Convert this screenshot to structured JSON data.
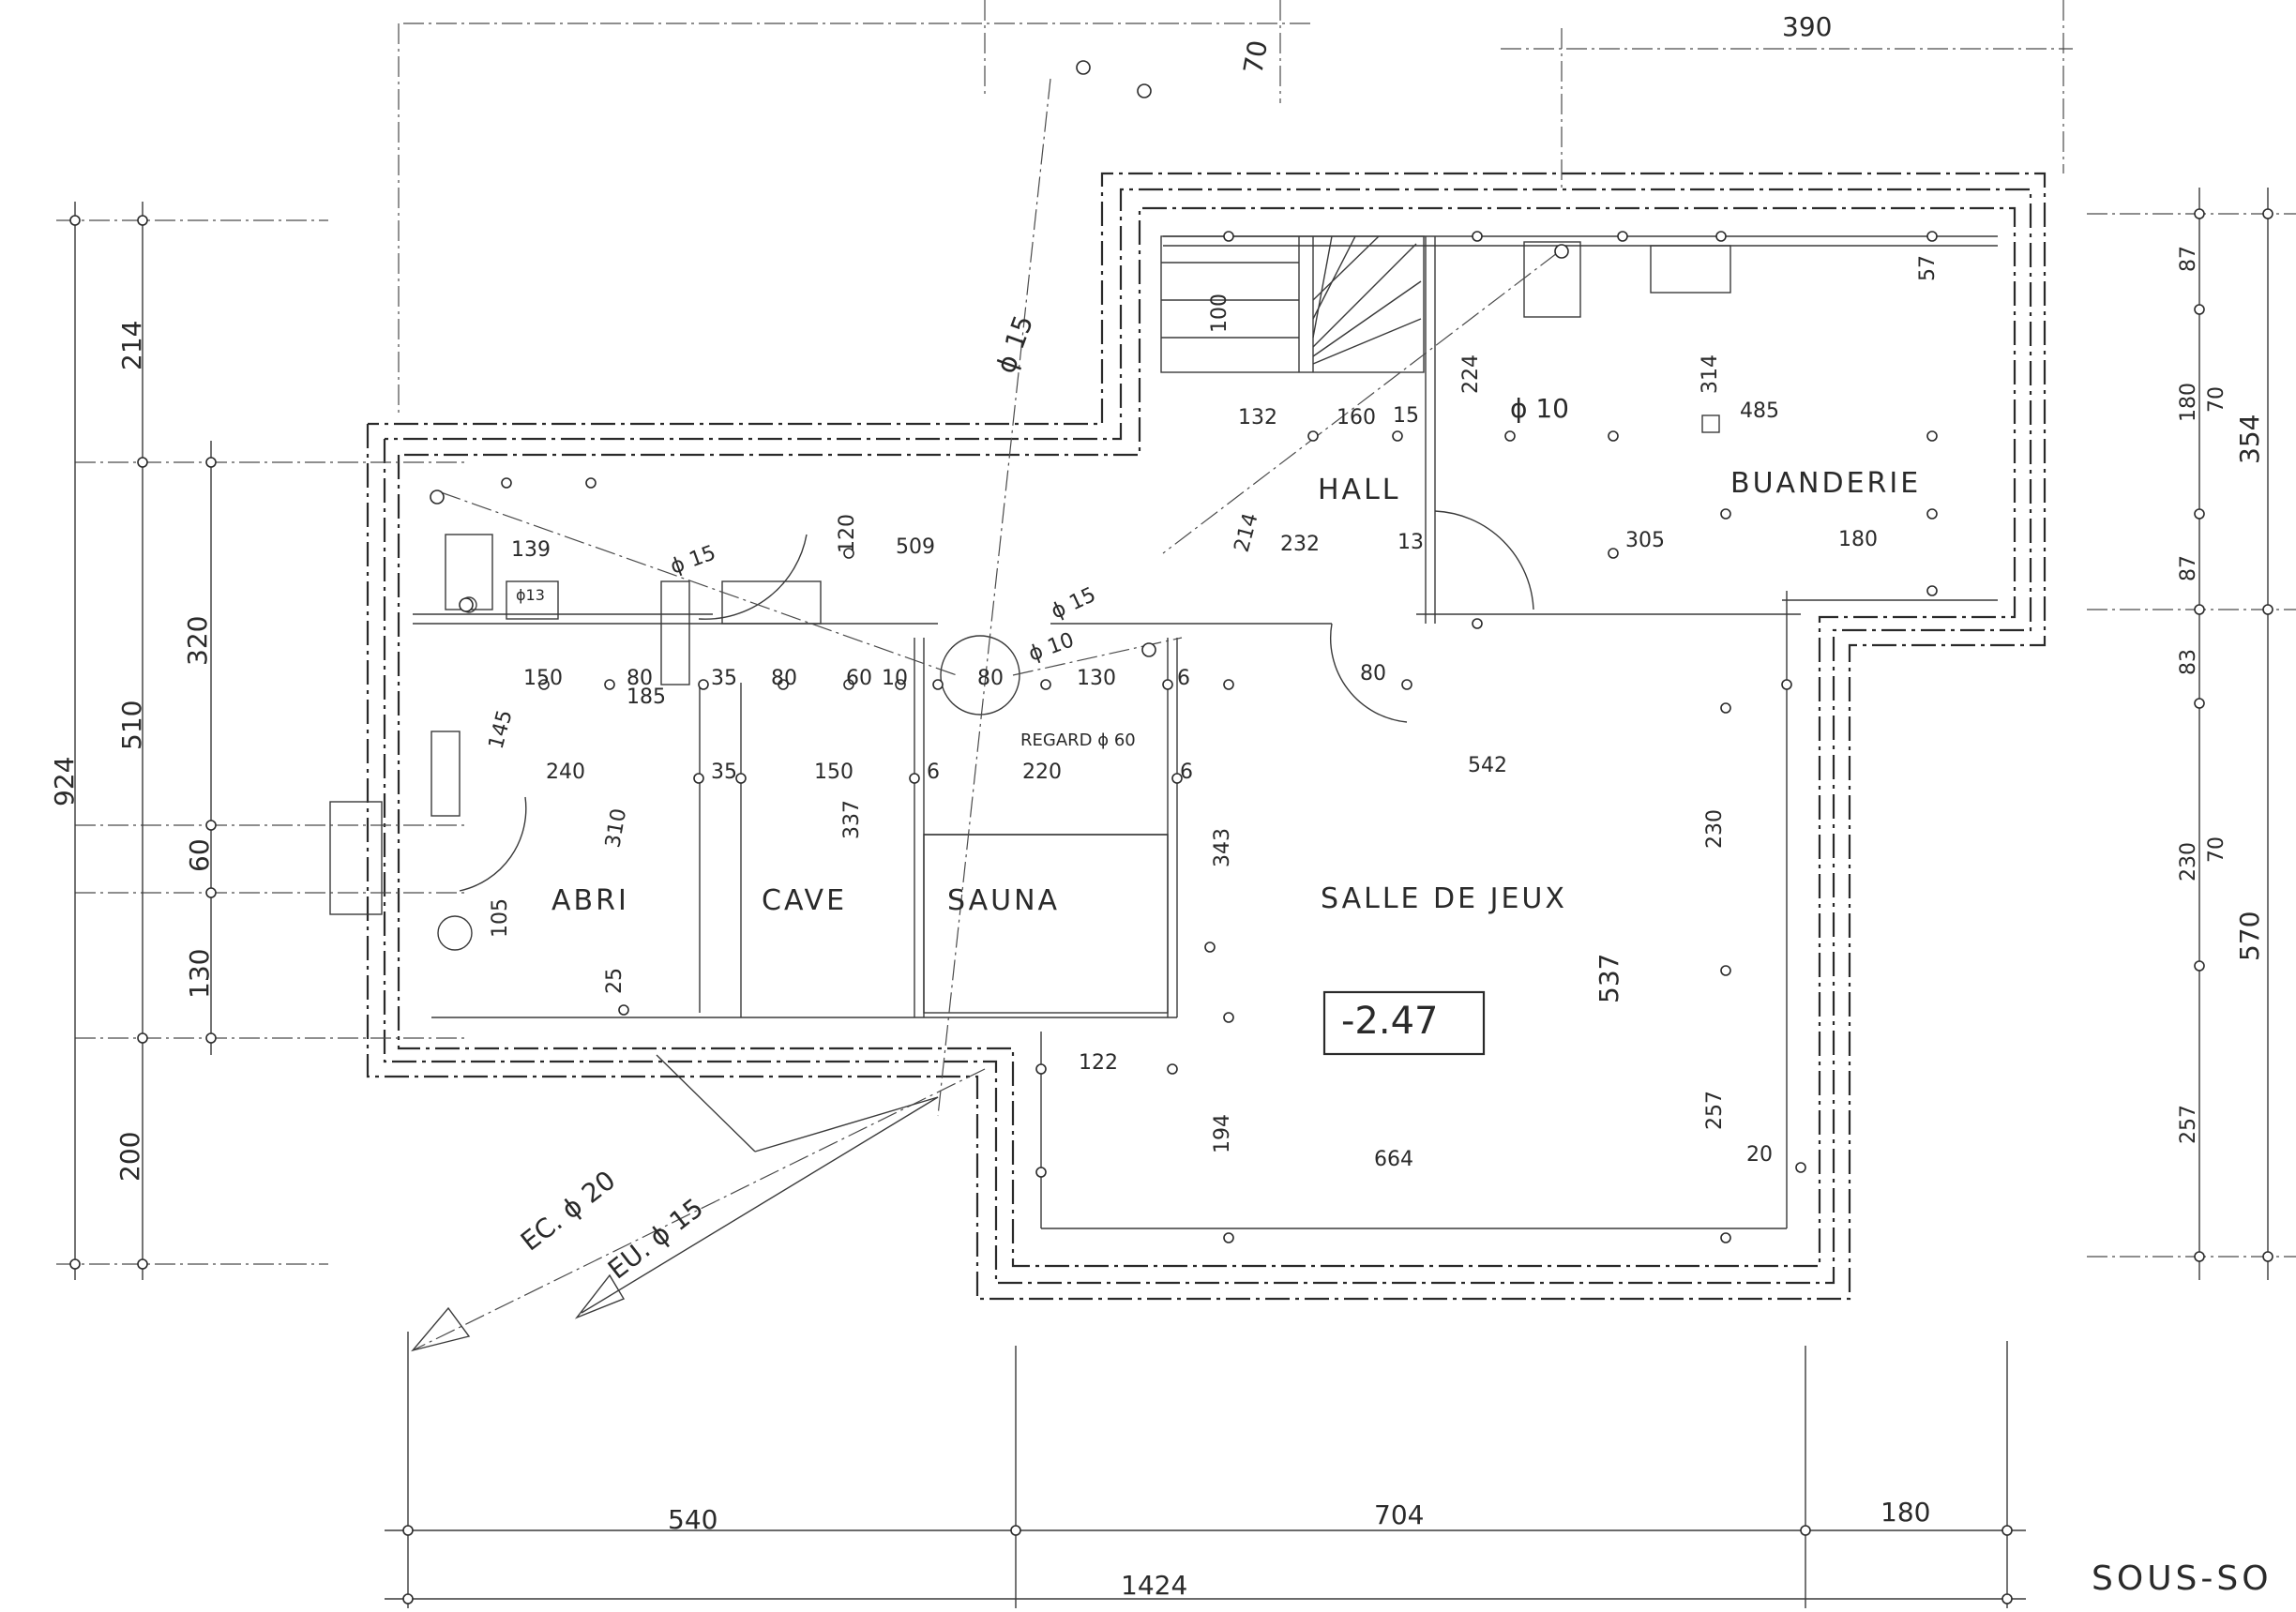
{
  "rooms": {
    "abri": "ABRI",
    "cave": "CAVE",
    "sauna": "SAUNA",
    "salle_de_jeux": "SALLE DE JEUX",
    "hall": "HALL",
    "buanderie": "BUANDERIE"
  },
  "level": "-2.47",
  "title": "SOUS-SO",
  "annotations": {
    "regard": "REGARD ϕ 60",
    "ec": "EC. ϕ 20",
    "eu": "EU. ϕ 15",
    "pipe_15_top": "ϕ 15",
    "pipe_15_mid": "ϕ 15",
    "pipe_15_left": "ϕ 15",
    "pipe_10_hall": "ϕ 10",
    "pipe_10_mid": "ϕ 10",
    "pipe_13": "ϕ13"
  },
  "dimensions": {
    "top_390": "390",
    "top_70": "70",
    "left_214": "214",
    "left_924": "924",
    "left_510": "510",
    "left_320": "320",
    "left_60": "60",
    "left_130": "130",
    "left_200": "200",
    "right_87a": "87",
    "right_180": "180",
    "right_70a": "70",
    "right_354": "354",
    "right_87b": "87",
    "right_83": "83",
    "right_230": "230",
    "right_70b": "70",
    "right_570": "570",
    "right_257": "257",
    "bottom_540": "540",
    "bottom_704": "704",
    "bottom_180": "180",
    "bottom_1424": "1424",
    "in_150": "150",
    "in_80a": "80",
    "in_185": "185",
    "in_35a": "35",
    "in_80b": "80",
    "in_60": "60",
    "in_10": "10",
    "in_80c": "80",
    "in_130": "130",
    "in_6a": "6",
    "in_240": "240",
    "in_35b": "35",
    "in_150b": "150",
    "in_220": "220",
    "in_6b": "6",
    "in_6c": "6",
    "in_542": "542",
    "in_310": "310",
    "in_337": "337",
    "in_343": "343",
    "in_537": "537",
    "in_230": "230",
    "in_257": "257",
    "in_20": "20",
    "in_664": "664",
    "in_194": "194",
    "in_122": "122",
    "in_105": "105",
    "in_25": "25",
    "in_145": "145",
    "in_509": "509",
    "in_120": "120",
    "in_139": "139",
    "in_232": "232",
    "in_305": "305",
    "in_180b": "180",
    "in_214b": "214",
    "in_224": "224",
    "in_132": "132",
    "in_160": "160",
    "in_485": "485",
    "in_314": "314",
    "in_57": "57",
    "in_100": "100",
    "in_15": "15",
    "in_80d": "80",
    "in_13": "13"
  }
}
